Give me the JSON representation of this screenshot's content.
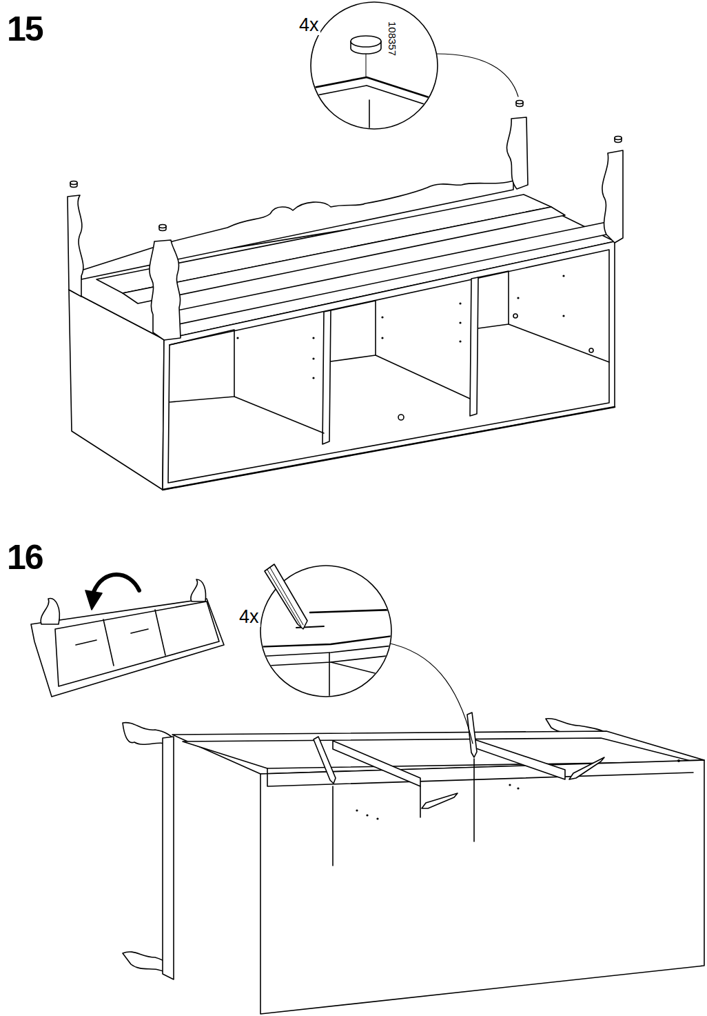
{
  "diagram": {
    "labels": [
      "15",
      "4x",
      "108357",
      "16",
      "4x"
    ]
  }
}
